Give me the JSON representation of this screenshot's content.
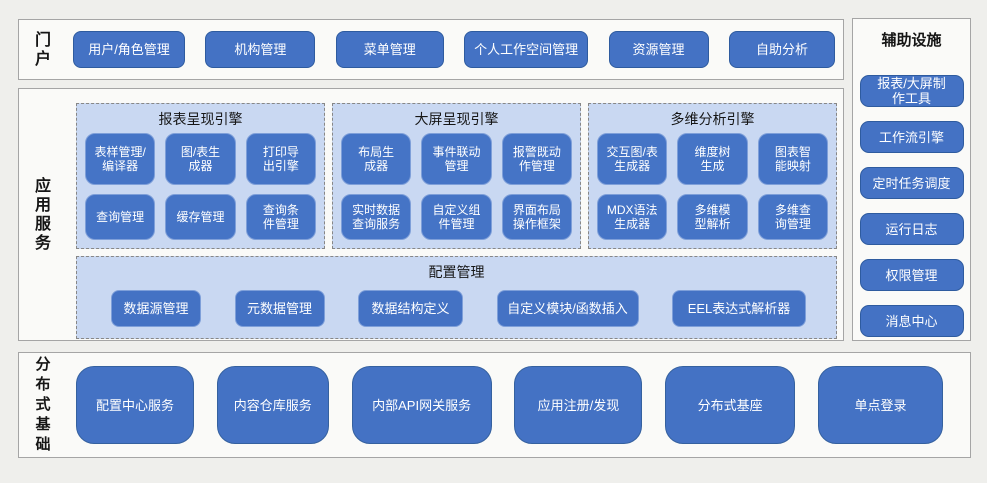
{
  "colors": {
    "page_bg": "#efefec",
    "section_bg": "#fafaf8",
    "section_border": "#a5a5a5",
    "button_blue": "#4472c4",
    "button_dark_border": "#2e5b9f",
    "button_light_border": "#7e9fd9",
    "panel_light_blue": "#c9d8f2",
    "dashed_border": "#878787",
    "button_text": "#ffffff",
    "label_text": "#151515"
  },
  "portal": {
    "label": "门\n户",
    "buttons": [
      "用户/角色管理",
      "机构管理",
      "菜单管理",
      "个人工作空间管理",
      "资源管理",
      "自助分析"
    ]
  },
  "app_services": {
    "label": "应\n用\n服\n务",
    "engines": [
      {
        "title": "报表呈现引擎",
        "buttons": [
          "表样管理/\n编译器",
          "图/表生\n成器",
          "打印导\n出引擎",
          "查询管理",
          "缓存管理",
          "查询条\n件管理"
        ]
      },
      {
        "title": "大屏呈现引擎",
        "buttons": [
          "布局生\n成器",
          "事件联动\n管理",
          "报警既动\n作管理",
          "实时数据\n查询服务",
          "自定义组\n件管理",
          "界面布局\n操作框架"
        ]
      },
      {
        "title": "多维分析引擎",
        "buttons": [
          "交互图/表\n生成器",
          "维度树\n生成",
          "图表智\n能映射",
          "MDX语法\n生成器",
          "多维模\n型解析",
          "多维查\n询管理"
        ]
      }
    ],
    "config": {
      "title": "配置管理",
      "buttons": [
        "数据源管理",
        "元数据管理",
        "数据结构定义",
        "自定义模块/函数插入",
        "EEL表达式解析器"
      ]
    }
  },
  "auxiliary": {
    "title": "辅助设施",
    "buttons": [
      "报表/大屏制\n作工具",
      "工作流引擎",
      "定时任务调度",
      "运行日志",
      "权限管理",
      "消息中心"
    ]
  },
  "distributed": {
    "label": "分\n布\n式\n基\n础",
    "buttons": [
      "配置中心服务",
      "内容仓库服务",
      "内部API网关服务",
      "应用注册/发现",
      "分布式基座",
      "单点登录"
    ]
  }
}
